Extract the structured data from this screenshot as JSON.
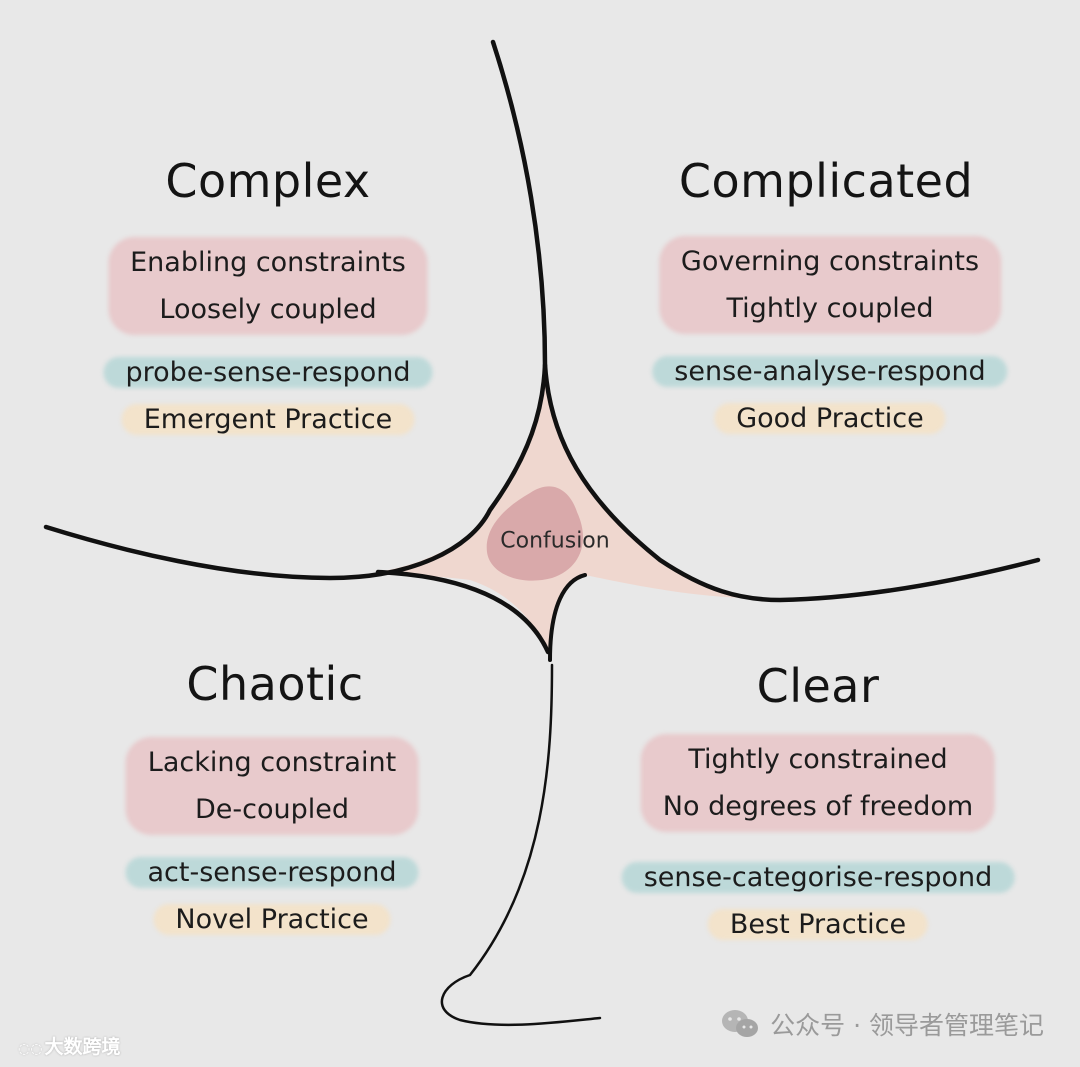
{
  "domains": {
    "complex": {
      "title": "Complex",
      "constraint": "Enabling constraints",
      "coupling": "Loosely coupled",
      "approach": "probe-sense-respond",
      "practice": "Emergent Practice"
    },
    "complicated": {
      "title": "Complicated",
      "constraint": "Governing constraints",
      "coupling": "Tightly coupled",
      "approach": "sense-analyse-respond",
      "practice": "Good Practice"
    },
    "chaotic": {
      "title": "Chaotic",
      "constraint": "Lacking constraint",
      "coupling": "De-coupled",
      "approach": "act-sense-respond",
      "practice": "Novel Practice"
    },
    "clear": {
      "title": "Clear",
      "constraint": "Tightly constrained",
      "coupling": "No degrees of freedom",
      "approach": "sense-categorise-respond",
      "practice": "Best Practice"
    }
  },
  "center": {
    "label": "Confusion"
  },
  "watermark": {
    "left": "大数跨境",
    "right": "公众号 · 领导者管理笔记"
  },
  "colors": {
    "background": "#e8e8e8",
    "line": "#111111",
    "confusion_outer": "#efd7cf",
    "confusion_inner": "#d9a9aa",
    "constraint_highlight": "#e8b0b4",
    "approach_highlight": "#afd4d4",
    "practice_highlight": "#f5e2c6"
  }
}
